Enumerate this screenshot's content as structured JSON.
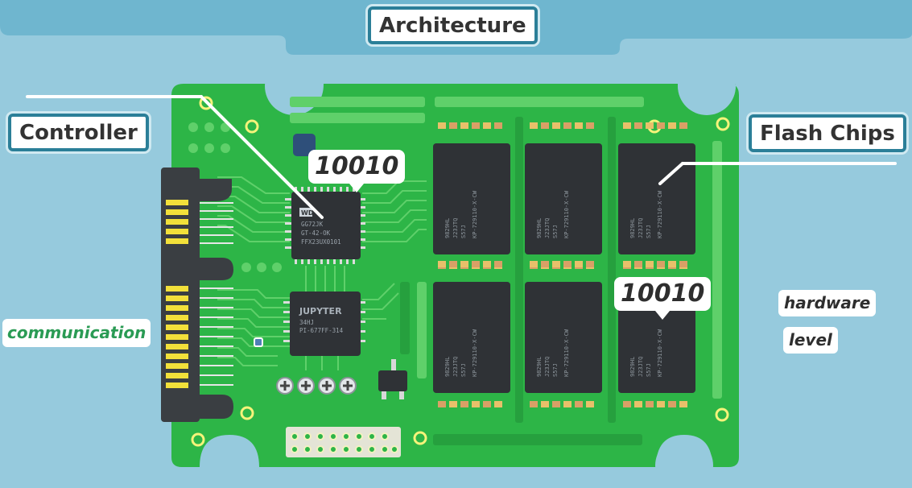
{
  "title": "Architecture",
  "labels": {
    "controller": "Controller",
    "flash_chips": "Flash Chips",
    "communication": "communication",
    "hardware": "hardware",
    "level": "level"
  },
  "bubbles": {
    "controller_bits": "10010",
    "flash_bits": "10010"
  },
  "controller_chip": {
    "logo": "WD",
    "lines": [
      "GG72JK",
      "GT-42-OK",
      "FFX23UX0101"
    ]
  },
  "secondary_chip": {
    "name": "JUPYTER",
    "lines": [
      "34HJ",
      "PI-677FF-314"
    ]
  },
  "flash_chip_text": {
    "col_a": "9829HL",
    "col_b": "J23JTQ",
    "col_c": "S57J",
    "part": "KP-729110-X-CW"
  },
  "colors": {
    "background": "#96cadd",
    "board": "#2db547",
    "board_trace": "#5fd06a",
    "chip": "#2f3236",
    "frame": "#2b7f98",
    "pin": "#f2e03a"
  }
}
